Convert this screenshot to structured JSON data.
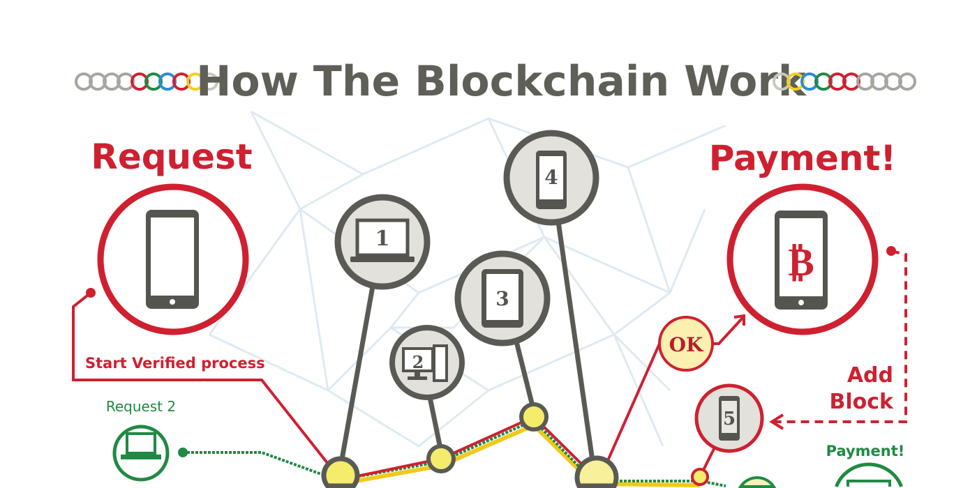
{
  "title": "How The Blockchain Work",
  "request_label": "Request",
  "payment_label": "Payment!",
  "start_verified_label": "Start Verified process",
  "request2_label": "Request 2",
  "payment2_label": "Payment!",
  "add_block_line1": "Add",
  "add_block_line2": "Block",
  "ok_label": "OK",
  "bitcoin_symbol": "₿",
  "nodes": [
    "1",
    "2",
    "3",
    "4",
    "5"
  ],
  "colors": {
    "red": "#cf2030",
    "green": "#1f8a43",
    "grey": "#5a5a55",
    "yellow": "#f4ec6a"
  }
}
